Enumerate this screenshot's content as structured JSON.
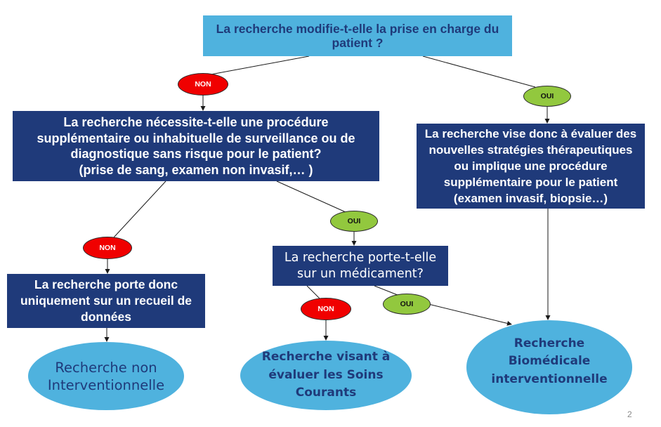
{
  "colors": {
    "light_blue": "#4FB2DE",
    "navy": "#1F3A7A",
    "non_red": "#F00000",
    "oui_green": "#92C83E"
  },
  "diagram": {
    "q_prise_en_charge": {
      "lines": [
        "La recherche modifie-t-elle la prise en charge du",
        "patient ?"
      ],
      "branch_non": "NON",
      "branch_oui": "OUI"
    },
    "q_procedure_sans_risque": {
      "lines": [
        "La recherche nécessite-t-elle une procédure",
        "supplémentaire ou inhabituelle de surveillance ou de",
        "diagnostique sans risque pour le patient?",
        "(prise de sang, examen non invasif,… )"
      ],
      "branch_non": "NON",
      "branch_oui": "OUI"
    },
    "conclusion_procedure_invasive": {
      "lines": [
        "La recherche vise donc à évaluer des",
        "nouvelles stratégies thérapeutiques",
        "ou implique une procédure",
        "supplémentaire pour le patient",
        "(examen invasif, biopsie…)"
      ]
    },
    "q_medicament": {
      "lines": [
        "La recherche porte-t-elle",
        "sur un médicament?"
      ],
      "branch_non": "NON",
      "branch_oui": "OUI"
    },
    "conclusion_recueil_donnees": {
      "lines": [
        "La recherche porte donc",
        "uniquement sur un recueil de",
        "données"
      ]
    },
    "outcome_non_interventionnelle": {
      "lines": [
        "Recherche non",
        "Interventionnelle"
      ]
    },
    "outcome_soins_courants": {
      "lines": [
        "Recherche visant à",
        "évaluer les Soins",
        "Courants"
      ]
    },
    "outcome_biomedicale_interventionnelle": {
      "lines": [
        "Recherche",
        "Biomédicale",
        "interventionnelle"
      ]
    }
  },
  "slide": {
    "page_number": "2"
  }
}
